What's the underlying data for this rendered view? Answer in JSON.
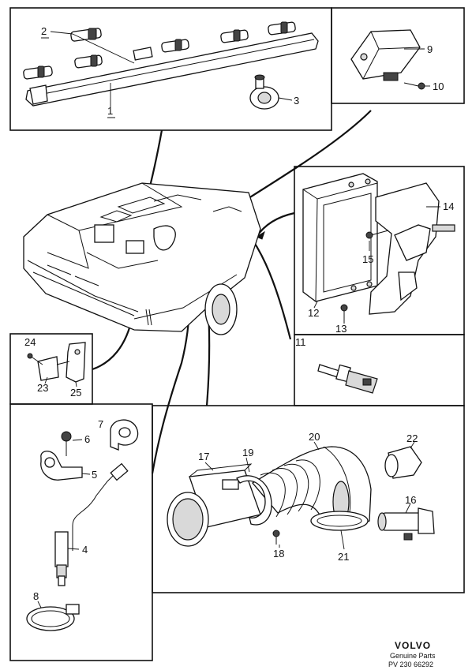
{
  "callouts": {
    "p1": "1",
    "p2": "2",
    "p3": "3",
    "p4": "4",
    "p5": "5",
    "p6": "6",
    "p7": "7",
    "p8": "8",
    "p9": "9",
    "p10": "10",
    "p11": "11",
    "p12": "12",
    "p13": "13",
    "p14": "14",
    "p15": "15",
    "p16": "16",
    "p17": "17",
    "p18": "18",
    "p19": "19",
    "p20": "20",
    "p21": "21",
    "p22": "22",
    "p23": "23",
    "p24": "24",
    "p25": "25"
  },
  "footer": {
    "brand": "VOLVO",
    "line1": "Genuine Parts",
    "line2": "PV 230 66292"
  }
}
